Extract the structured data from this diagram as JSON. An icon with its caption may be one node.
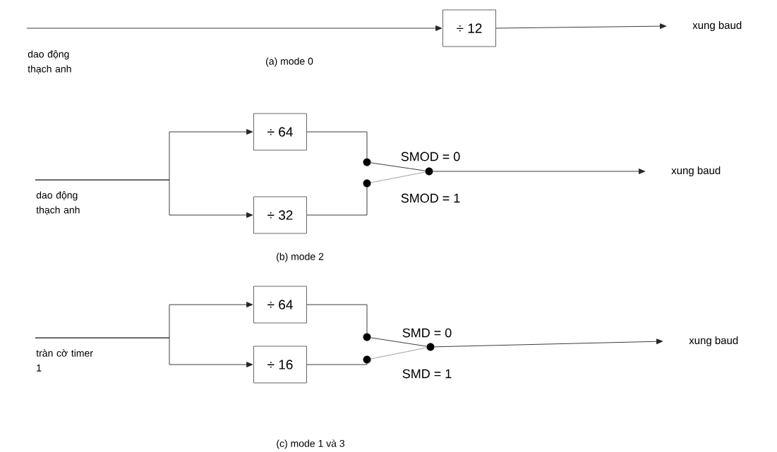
{
  "diagram": {
    "nodes": [
      {
        "text": [
          "dao động thạch anh"
        ]
      },
      {
        "text": [
          "÷ 12"
        ]
      },
      {
        "text": [
          "xung baud"
        ]
      },
      {
        "text": [
          "dao động thạch anh"
        ]
      },
      {
        "text": [
          "÷ 64"
        ]
      },
      {
        "text": [
          "÷ 32"
        ]
      },
      {
        "text": [],
        "shape": "circle"
      },
      {
        "text": [],
        "shape": "circle"
      },
      {
        "text": [],
        "shape": "circle"
      },
      {
        "text": [
          "xung baud"
        ]
      },
      {
        "text": [
          "tràn cờ timer 1"
        ]
      },
      {
        "text": [
          "÷ 64"
        ]
      },
      {
        "text": [
          "÷ 16"
        ]
      },
      {
        "text": [],
        "shape": "circle"
      },
      {
        "text": [],
        "shape": "circle"
      },
      {
        "text": [],
        "shape": "circle"
      },
      {
        "text": [
          "xung baud"
        ]
      }
    ],
    "edges": [
      {
        "from": 0,
        "to": 1,
        "arrow": "to"
      },
      {
        "from": 1,
        "to": 2,
        "arrow": "to"
      },
      {
        "from": 3,
        "to": 4,
        "arrow": "to"
      },
      {
        "from": 3,
        "to": 5,
        "arrow": "to"
      },
      {
        "from": 4,
        "to": 6,
        "arrow": "none"
      },
      {
        "from": 5,
        "to": 7,
        "arrow": "none"
      },
      {
        "from": 6,
        "to": 8,
        "arrow": "none",
        "label": "SMOD = 0"
      },
      {
        "from": 7,
        "to": 8,
        "arrow": "none",
        "label": "SMOD = 1",
        "style": "dashed"
      },
      {
        "from": 8,
        "to": 9,
        "arrow": "to"
      },
      {
        "from": 10,
        "to": 11,
        "arrow": "to"
      },
      {
        "from": 10,
        "to": 12,
        "arrow": "to"
      },
      {
        "from": 11,
        "to": 13,
        "arrow": "none"
      },
      {
        "from": 12,
        "to": 14,
        "arrow": "none"
      },
      {
        "from": 13,
        "to": 15,
        "arrow": "none",
        "label": "SMD = 0"
      },
      {
        "from": 14,
        "to": 15,
        "arrow": "none",
        "label": "SMD = 1",
        "style": "dashed"
      },
      {
        "from": 15,
        "to": 16,
        "arrow": "to"
      }
    ],
    "labels": [
      "(a) mode 0",
      "(b) mode 2",
      "(c) mode 1 và 3"
    ]
  }
}
